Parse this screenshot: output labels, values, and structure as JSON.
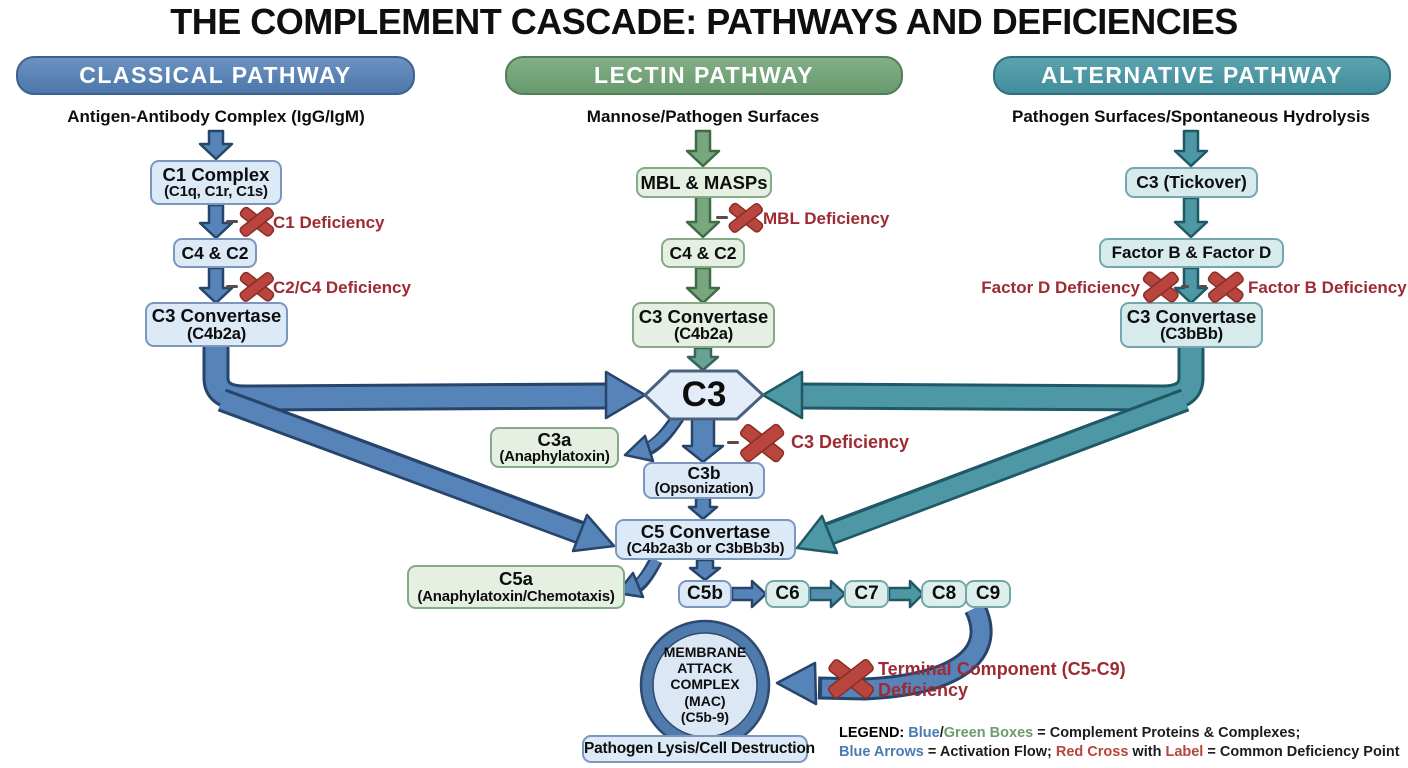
{
  "title": "THE COMPLEMENT CASCADE: PATHWAYS AND DEFICIENCIES",
  "classical": {
    "header": "CLASSICAL PATHWAY",
    "source": "Antigen-Antibody Complex (IgG/IgM)",
    "c1_line1": "C1 Complex",
    "c1_line2": "(C1q, C1r, C1s)",
    "c4c2": "C4 & C2",
    "conv_line1": "C3 Convertase",
    "conv_line2": "(C4b2a)",
    "def_c1": "C1 Deficiency",
    "def_c2c4": "C2/C4 Deficiency"
  },
  "lectin": {
    "header": "LECTIN PATHWAY",
    "source": "Mannose/Pathogen Surfaces",
    "mbl": "MBL & MASPs",
    "c4c2": "C4 & C2",
    "conv_line1": "C3 Convertase",
    "conv_line2": "(C4b2a)",
    "def_mbl": "MBL Deficiency"
  },
  "alternative": {
    "header": "ALTERNATIVE PATHWAY",
    "source": "Pathogen Surfaces/Spontaneous Hydrolysis",
    "tickover": "C3 (Tickover)",
    "factors": "Factor B & Factor D",
    "conv_line1": "C3 Convertase",
    "conv_line2": "(C3bBb)",
    "def_d": "Factor D Deficiency",
    "def_b": "Factor B Deficiency"
  },
  "center": {
    "c3": "C3",
    "def_c3": "C3 Deficiency",
    "c3a_line1": "C3a",
    "c3a_line2": "(Anaphylatoxin)",
    "c3b_line1": "C3b",
    "c3b_line2": "(Opsonization)",
    "c5conv_line1": "C5 Convertase",
    "c5conv_line2": "(C4b2a3b or C3bBb3b)",
    "c5a_line1": "C5a",
    "c5a_line2": "(Anaphylatoxin/Chemotaxis)",
    "chain": [
      "C5b",
      "C6",
      "C7",
      "C8",
      "C9"
    ],
    "terminal_def_line1": "Terminal Component (C5-C9)",
    "terminal_def_line2": "Deficiency",
    "mac_lines": [
      "MEMBRANE",
      "ATTACK",
      "COMPLEX",
      "(MAC)",
      "(C5b-9)"
    ],
    "outcome": "Pathogen Lysis/Cell Destruction"
  },
  "legend": {
    "line1": [
      {
        "text": "LEGEND: "
      },
      {
        "text": "Blue"
      },
      {
        "text": "/"
      },
      {
        "text": "Green Boxes"
      },
      {
        "text": " = Complement Proteins & Complexes;"
      }
    ],
    "line2": [
      {
        "text": "Blue Arrows"
      },
      {
        "text": " = Activation Flow; "
      },
      {
        "text": "Red Cross"
      },
      {
        "text": " with "
      },
      {
        "text": "Label"
      },
      {
        "text": " = Common Deficiency Point"
      }
    ]
  },
  "colors": {
    "classical_header": "#4d77ab",
    "lectin_header": "#689a6e",
    "alternative_header": "#428e9c",
    "blue_arrow": "#5684b8",
    "green_arrow": "#78a67e",
    "teal_arrow": "#4e97a5",
    "box_blue": "#dce9f6",
    "box_green": "#e5f0e3",
    "box_teal": "#d7ebed",
    "red_cross": "#b8463e",
    "deficiency_text": "#9e2b33"
  }
}
